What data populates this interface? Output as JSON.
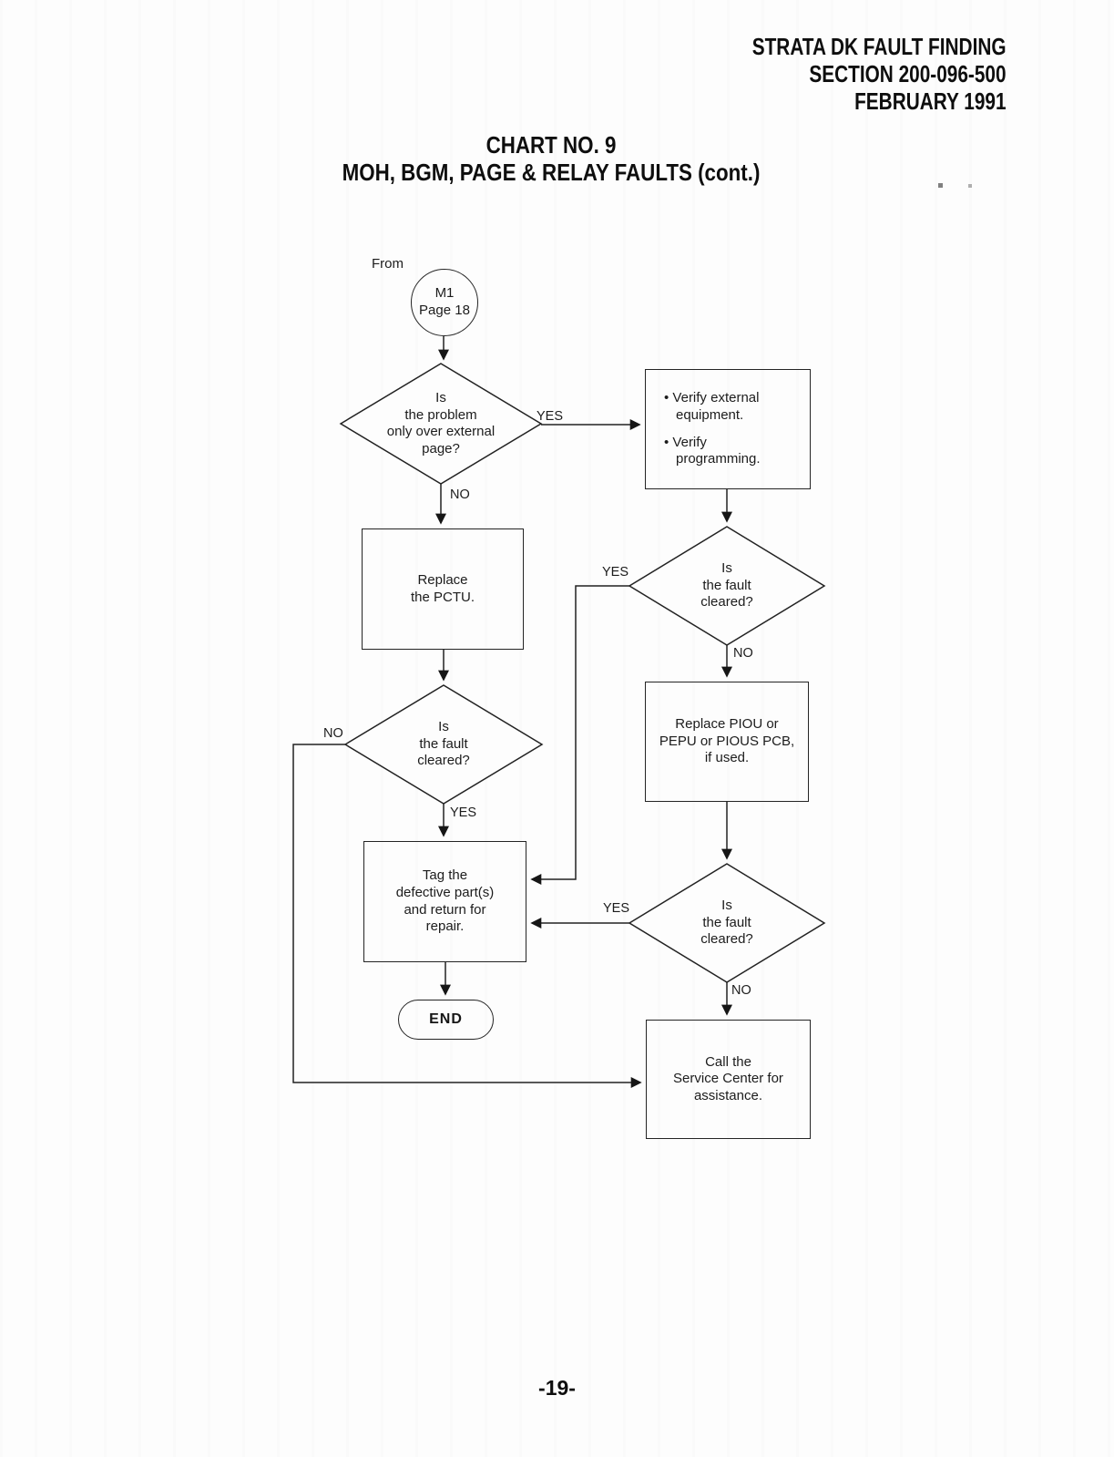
{
  "header": {
    "line1": "STRATA DK FAULT FINDING",
    "line2": "SECTION 200-096-500",
    "line3": "FEBRUARY 1991"
  },
  "title": {
    "line1": "CHART NO. 9",
    "line2": "MOH, BGM, PAGE & RELAY FAULTS (cont.)"
  },
  "flowchart": {
    "from_label": "From",
    "connector_m1": "M1\nPage 18",
    "decision_external_page": "Is\nthe problem\nonly over external\npage?",
    "verify_box": {
      "items": [
        "• Verify external\nequipment.",
        "• Verify programming."
      ]
    },
    "replace_pctu": "Replace\nthe PCTU.",
    "decision_fault_cleared_right1": "Is\nthe fault\ncleared?",
    "replace_piou": "Replace PIOU or\nPEPU or PIOUS PCB,\nif used.",
    "decision_fault_cleared_left": "Is\nthe fault\ncleared?",
    "tag_defective": "Tag the\ndefective part(s)\nand return for\nrepair.",
    "decision_fault_cleared_right2": "Is\nthe fault\ncleared?",
    "end_label": "END",
    "call_service": "Call the\nService Center for\nassistance.",
    "labels": {
      "yes_external": "YES",
      "no_external": "NO",
      "yes_fault_right1": "YES",
      "no_fault_right1": "NO",
      "no_fault_left": "NO",
      "yes_fault_left": "YES",
      "yes_fault_right2": "YES",
      "no_fault_right2": "NO"
    }
  },
  "footer": {
    "page_number": "-19-"
  }
}
